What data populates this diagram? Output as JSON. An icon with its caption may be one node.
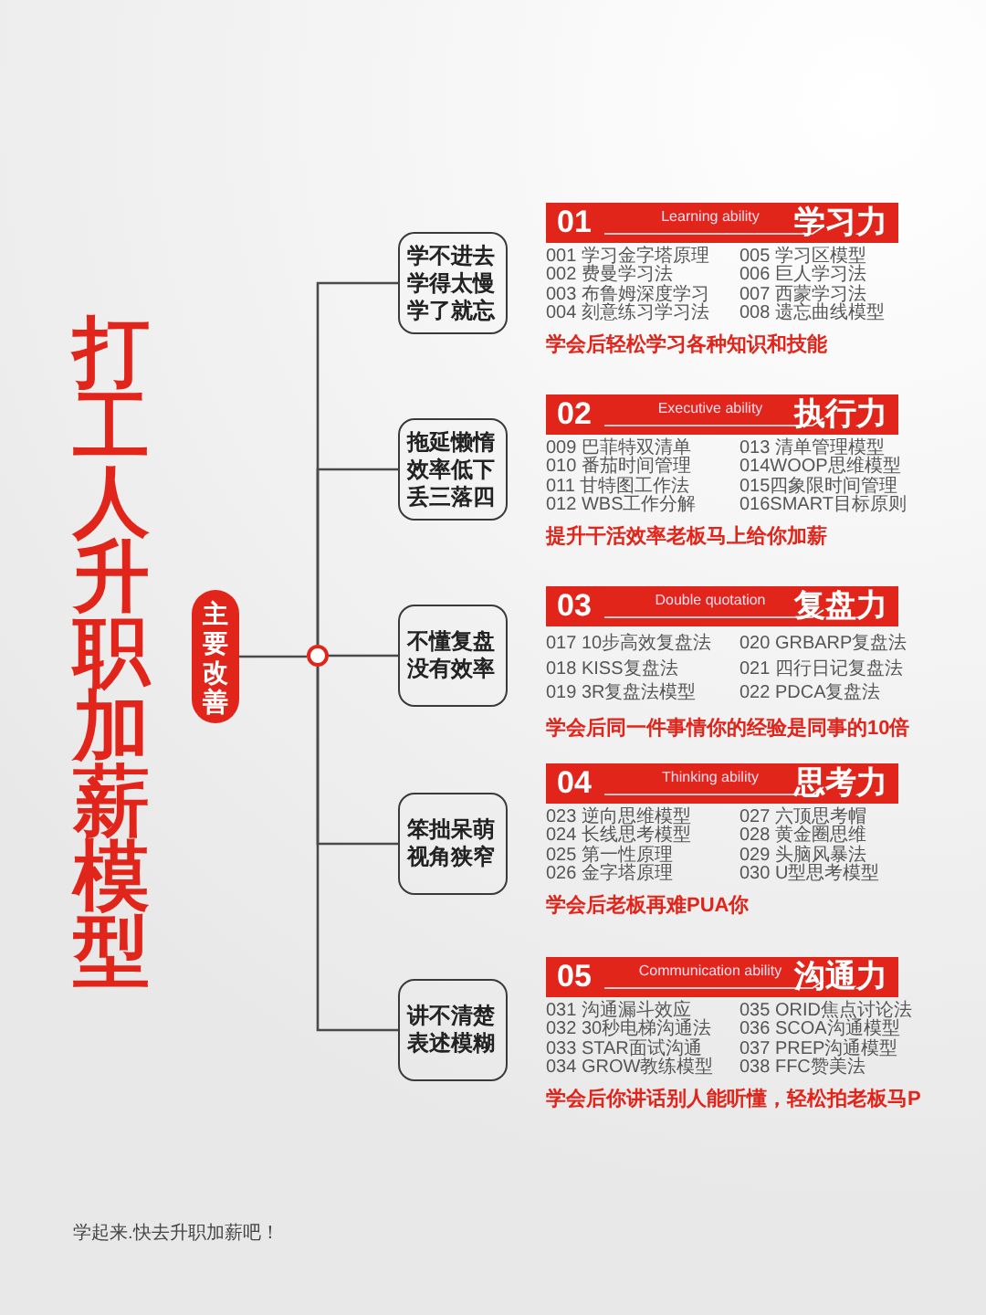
{
  "diagram": {
    "title": "打工人升职加薪模型",
    "nodes": [
      {
        "text": [
          "主要改善"
        ]
      },
      {
        "text": [],
        "shape": "circle"
      },
      {
        "text": [
          "学不进去学得太慢学了就忘"
        ]
      },
      {
        "text": [
          "拖延懒惰效率低下丢三落四"
        ]
      },
      {
        "text": [
          "不懂复盘没有效率"
        ]
      },
      {
        "text": [
          "笨拙呆萌视角狭窄"
        ]
      },
      {
        "text": [
          "讲不清楚表述模糊"
        ]
      },
      {
        "text": [
          "01",
          "Learning ability",
          "学习力"
        ],
        "beside": [
          "001 学习金字塔原理",
          "005 学习区模型",
          "002 费曼学习法",
          "006 巨人学习法",
          "003 布鲁姆深度学习",
          "007 西蒙学习法",
          "004 刻意练习学习法",
          "008 遗忘曲线模型",
          "学会后轻松学习各种知识和技能"
        ]
      },
      {
        "text": [
          "02",
          "Executive ability",
          "执行力"
        ],
        "beside": [
          "009 巴菲特双清单",
          "013 清单管理模型",
          "010 番茄时间管理",
          "014WOOP思维模型",
          "011 甘特图工作法",
          "015四象限时间管理",
          "012 WBS工作分解",
          "016SMART目标原则",
          "提升干活效率老板马上给你加薪"
        ]
      },
      {
        "text": [
          "03",
          "Double quotation",
          "复盘力"
        ],
        "beside": [
          "017 10步高效复盘法",
          "020 GRBARP复盘法",
          "018 KISS复盘法",
          "021 四行日记复盘法",
          "019 3R复盘法模型",
          "022 PDCA复盘法",
          "学会后同一件事情你的经验是同事的10倍"
        ]
      },
      {
        "text": [
          "04",
          "Thinking ability",
          "思考力"
        ],
        "beside": [
          "023 逆向思维模型",
          "027 六顶思考帽",
          "024 长线思考模型",
          "028 黄金圈思维",
          "025 第一性原理",
          "029 头脑风暴法",
          "026 金字塔原理",
          "030 U型思考模型",
          "学会后老板再难PUA你"
        ]
      },
      {
        "text": [
          "05",
          "Communication ability",
          "沟通力"
        ],
        "beside": [
          "031 沟通漏斗效应",
          "035 ORID焦点讨论法",
          "032 30秒电梯沟通法",
          "036 SCOA沟通模型",
          "033 STAR面试沟通",
          "037 PREP沟通模型",
          "034 GROW教练模型",
          "038 FFC赞美法",
          "学会后你讲话别人能听懂，轻松拍老板马P"
        ]
      }
    ],
    "edges": [
      {
        "from": 0,
        "to": 1,
        "arrow": "none"
      },
      {
        "from": 1,
        "to": 2,
        "arrow": "none"
      },
      {
        "from": 1,
        "to": 3,
        "arrow": "none"
      },
      {
        "from": 1,
        "to": 4,
        "arrow": "none"
      },
      {
        "from": 1,
        "to": 5,
        "arrow": "none"
      },
      {
        "from": 1,
        "to": 6,
        "arrow": "none"
      }
    ],
    "labels": [
      "学起来.快去升职加薪吧！"
    ]
  }
}
